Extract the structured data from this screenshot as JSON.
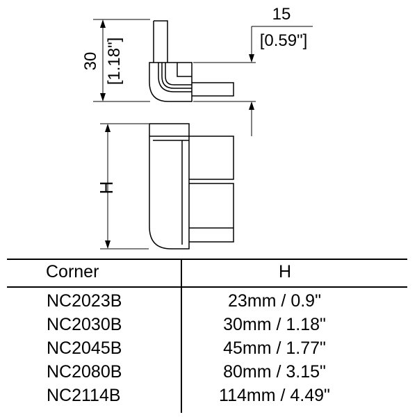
{
  "dimensions": {
    "height_mm": "30",
    "height_in": "[1.18\"]",
    "offset_mm": "15",
    "offset_in": "[0.59\"]",
    "variable_label": "H"
  },
  "table": {
    "headers": [
      "Corner",
      "H"
    ],
    "rows": [
      {
        "corner": "NC2023B",
        "h": "23mm / 0.9\""
      },
      {
        "corner": "NC2030B",
        "h": "30mm / 1.18\""
      },
      {
        "corner": "NC2045B",
        "h": "45mm / 1.77\""
      },
      {
        "corner": "NC2080B",
        "h": "80mm / 3.15\""
      },
      {
        "corner": "NC2114B",
        "h": "114mm / 4.49\""
      }
    ]
  }
}
